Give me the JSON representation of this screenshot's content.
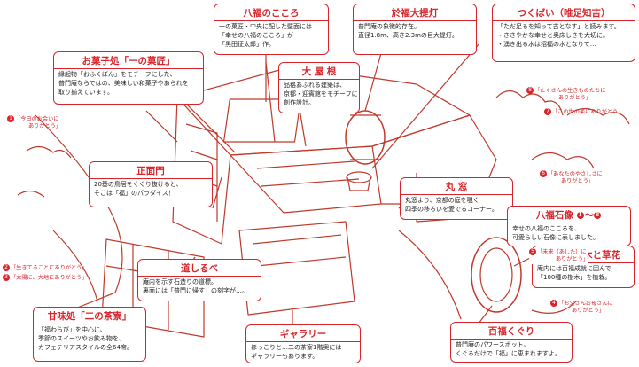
{
  "callouts": {
    "okashi": {
      "title": "お菓子処「一の菓匠」",
      "lines": [
        "縁起物「おふくぼん」をモチーフにした、",
        "普門庵ならではの、美味しい和菓子やあられを",
        "取り揃えています。"
      ]
    },
    "hachifuku": {
      "title": "八福のこころ",
      "lines": [
        "一の菓匠・中央に配した壁面には",
        "「幸せの八福のこころ」が",
        "「黒田征太郎」作。"
      ]
    },
    "ooyane": {
      "title": "大 屋 根",
      "lines": [
        "品格あふれる建築は、",
        "京都・迎賓館をモチーフに",
        "創作設計。"
      ]
    },
    "chochin": {
      "title": "於福大提灯",
      "lines": [
        "普門庵の象徴的存在。",
        "直径1.8m、高さ2.3mの巨大提灯。"
      ]
    },
    "tsukubai": {
      "title": "つくばい（唯足知吉）",
      "lines": [
        "「ただ足るを知って吉となす」と読みます。",
        "・ささやかな幸せと奥床しさを大切に。",
        "・湧き出る水は招福の水となりて…"
      ]
    },
    "seimon": {
      "title": "正面門",
      "lines": [
        "20基の鳥居をくぐり抜けると、",
        "そこは「福」のパラダイス！"
      ]
    },
    "marumado": {
      "title": "丸 窓",
      "lines": [
        "丸窓より、京都の庭を覗く",
        "四季の移ろいを愛でるコーナー。"
      ]
    },
    "hachifukuseki": {
      "title": "八福石像",
      "title_nums": [
        "1",
        "8"
      ],
      "lines": [
        "幸せの八福のこころを、",
        "可愛らしい石像に表しました。"
      ]
    },
    "michishirube": {
      "title": "道しるべ",
      "lines": [
        "庵内を示す石造りの道標。",
        "裏面には「普門に帰す」の刻字が…。"
      ]
    },
    "teien": {
      "title": "庭園の樹木と草花",
      "lines": [
        "庵内には百福成就に因んで",
        "「100種の樹木」を植栽。"
      ]
    },
    "kanmi": {
      "title": "甘味処「二の茶寮」",
      "lines": [
        "「福わらび」を中心に、",
        "季節のスイーツやお飲み物を、",
        "カフェテリアスタイルの全64席。"
      ]
    },
    "gallery": {
      "title": "ギャラリー",
      "lines": [
        "ほっこりと…二の茶寮1階奥には",
        "ギャラリーもあります。"
      ]
    },
    "hyakufuku": {
      "title": "百福くぐり",
      "lines": [
        "普門庵のパワースポット。",
        "くぐるだけで「福」に恵まれますよ。"
      ]
    }
  },
  "tags": [
    {
      "num": "1",
      "lines": [
        "「今日のお会いに",
        "ありがとう」"
      ]
    },
    {
      "num": "2",
      "lines": [
        "「生きてることにありがとう」"
      ]
    },
    {
      "num": "3",
      "lines": [
        "「太陽に、大地にありがとう」"
      ]
    },
    {
      "num": "4",
      "lines": [
        "「お父さんお母さんに",
        "ありがとう」"
      ]
    },
    {
      "num": "5",
      "lines": [
        "「未来（あした）に",
        "ありがとう」"
      ]
    },
    {
      "num": "6",
      "lines": [
        "「あなたのやさしさに",
        "ありがとう」"
      ]
    },
    {
      "num": "7",
      "lines": [
        "「この世の楽にありがとう」"
      ]
    },
    {
      "num": "8",
      "lines": [
        "「たくさんの生きものたちに",
        "ありがとう」"
      ]
    }
  ],
  "colors": {
    "accent": "#d9242b",
    "ink": "#222222",
    "sketch": "#c0392b"
  }
}
